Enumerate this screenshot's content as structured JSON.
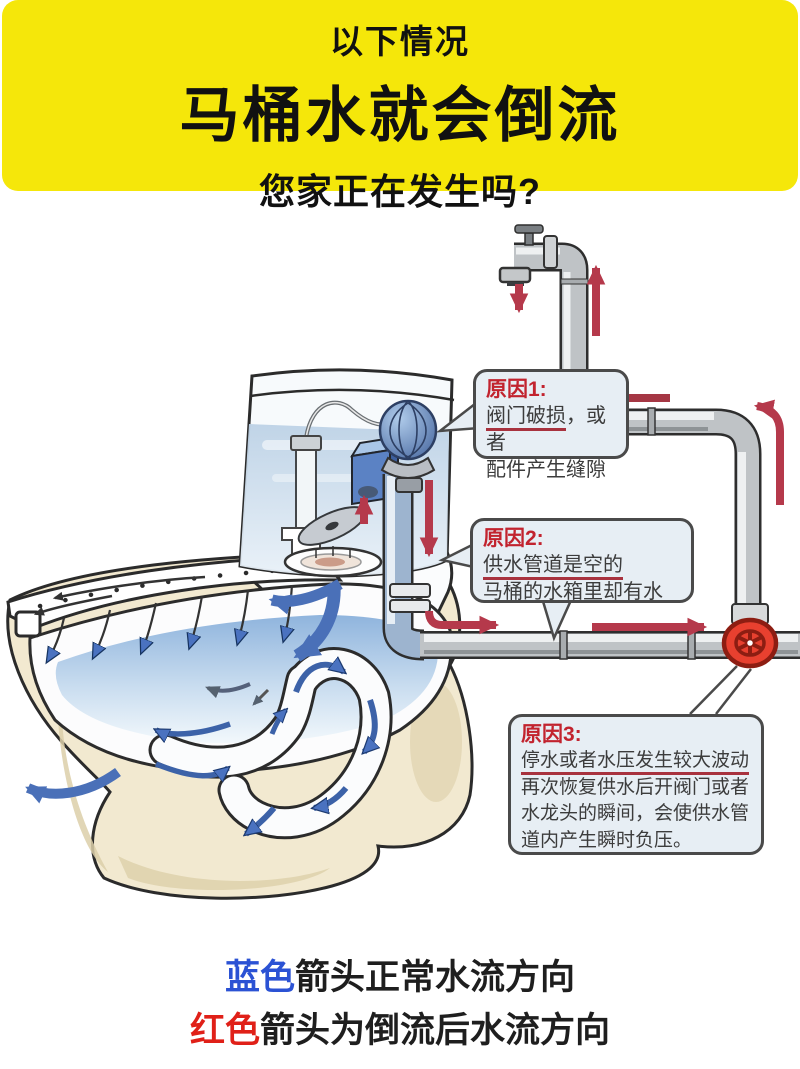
{
  "header": {
    "line1": "以下情况",
    "line2": "马桶水就会倒流",
    "line3": "您家正在发生吗?"
  },
  "reasons": [
    {
      "title": "原因1:",
      "u": "阀门破损",
      "t": "，或者",
      "l2": "配件产生缝隙"
    },
    {
      "title": "原因2:",
      "u": "供水管道是空的",
      "t": "",
      "l2": "马桶的水箱里却有水"
    },
    {
      "title": "原因3:",
      "u": "停水或者水压发生较大波动",
      "t": "",
      "l2": "再次恢复供水后开阀门或者",
      "l3": "水龙头的瞬间，会使供水管",
      "l4": "道内产生瞬时负压。"
    }
  ],
  "legend": {
    "line1_color_word": "蓝色",
    "line1_rest": "箭头正常水流方向",
    "line2_color_word": "红色",
    "line2_rest": "箭头为倒流后水流方向"
  },
  "colors": {
    "banner_yellow": "#F5E70A",
    "reason_title_red": "#C2232E",
    "underline_red": "#A8323E",
    "callout_bg": "#E7EEF4",
    "red_arrow": "#B5394B",
    "blue_arrow": "#4A70B8",
    "legend_blue": "#2B52D4",
    "legend_red": "#E02018",
    "valve_red": "#E8402F",
    "pipe_gray": "#BFC3C6",
    "toilet_cream": "#F2E9D0",
    "water_blue": "#8FB4DD"
  },
  "diagram_labels": {
    "blue_arrow_meaning": "normal water flow direction",
    "red_arrow_meaning": "backflow direction"
  }
}
